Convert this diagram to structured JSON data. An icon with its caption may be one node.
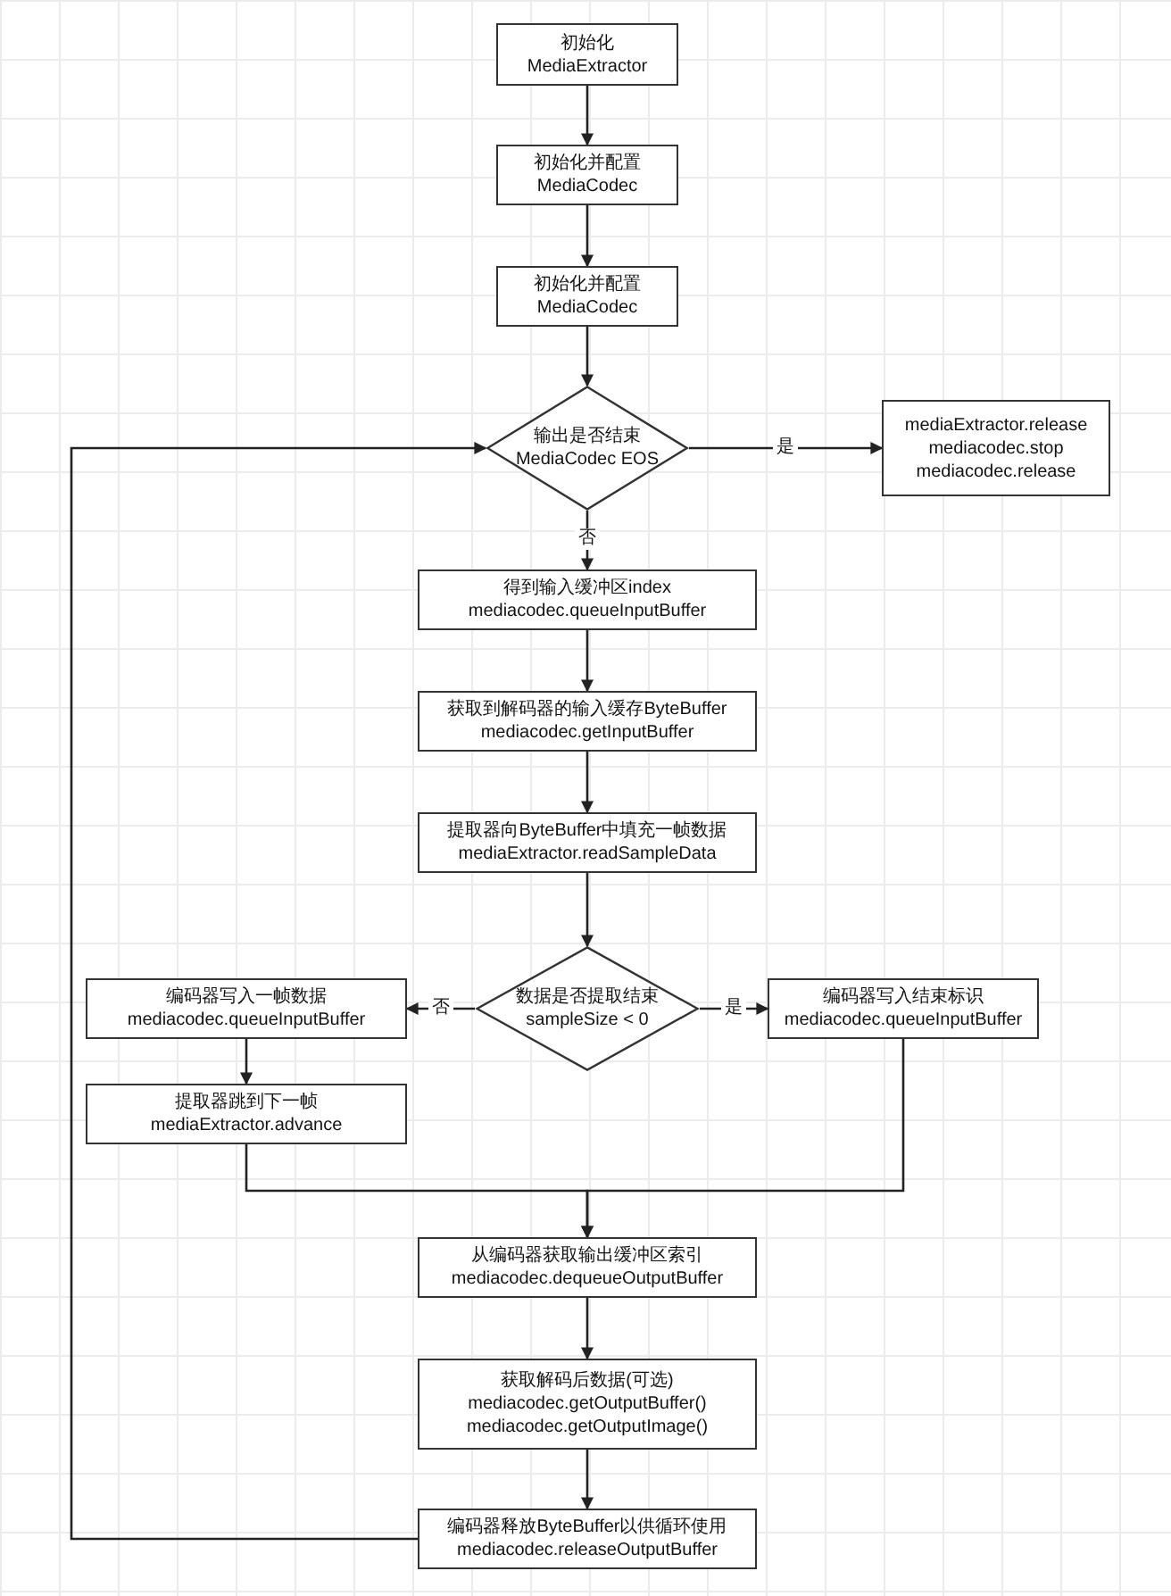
{
  "diagram": {
    "nodes": [
      {
        "text": [
          "初始化",
          "MediaExtractor"
        ]
      },
      {
        "text": [
          "初始化并配置",
          "MediaCodec"
        ]
      },
      {
        "text": [
          "初始化并配置",
          "MediaCodec"
        ]
      },
      {
        "text": [
          "输出是否结束",
          "MediaCodec EOS"
        ]
      },
      {
        "text": [
          "mediaExtractor.release",
          "mediacodec.stop",
          "mediacodec.release"
        ]
      },
      {
        "text": [
          "得到输入缓冲区index",
          "mediacodec.queueInputBuffer"
        ]
      },
      {
        "text": [
          "获取到解码器的输入缓存ByteBuffer",
          "mediacodec.getInputBuffer"
        ]
      },
      {
        "text": [
          "提取器向ByteBuffer中填充一帧数据",
          "mediaExtractor.readSampleData"
        ]
      },
      {
        "text": [
          "数据是否提取结束",
          "sampleSize < 0"
        ]
      },
      {
        "text": [
          "编码器写入一帧数据",
          "mediacodec.queueInputBuffer"
        ]
      },
      {
        "text": [
          "编码器写入结束标识",
          "mediacodec.queueInputBuffer"
        ]
      },
      {
        "text": [
          "提取器跳到下一帧",
          "mediaExtractor.advance"
        ]
      },
      {
        "text": [
          "从编码器获取输出缓冲区索引",
          "mediacodec.dequeueOutputBuffer"
        ]
      },
      {
        "text": [
          "获取解码后数据(可选)",
          "mediacodec.getOutputBuffer()",
          "mediacodec.getOutputImage()"
        ]
      },
      {
        "text": [
          "编码器释放ByteBuffer以供循环使用",
          "mediacodec.releaseOutputBuffer"
        ]
      }
    ],
    "edges": [
      {
        "from": 0,
        "to": 1,
        "arrow": "to"
      },
      {
        "from": 1,
        "to": 2,
        "arrow": "to"
      },
      {
        "from": 2,
        "to": 3,
        "arrow": "to"
      },
      {
        "from": 3,
        "to": 4,
        "arrow": "to",
        "label": "是"
      },
      {
        "from": 3,
        "to": 5,
        "arrow": "to",
        "label": "否"
      },
      {
        "from": 5,
        "to": 6,
        "arrow": "to"
      },
      {
        "from": 6,
        "to": 7,
        "arrow": "to"
      },
      {
        "from": 7,
        "to": 8,
        "arrow": "to"
      },
      {
        "from": 8,
        "to": 9,
        "arrow": "to",
        "label": "否"
      },
      {
        "from": 8,
        "to": 10,
        "arrow": "to",
        "label": "是"
      },
      {
        "from": 9,
        "to": 11,
        "arrow": "to"
      },
      {
        "from": 11,
        "to": 12,
        "arrow": "to"
      },
      {
        "from": 10,
        "to": 12,
        "arrow": "to"
      },
      {
        "from": 12,
        "to": 13,
        "arrow": "to"
      },
      {
        "from": 13,
        "to": 14,
        "arrow": "to"
      },
      {
        "from": 14,
        "to": 3,
        "arrow": "to"
      }
    ]
  }
}
